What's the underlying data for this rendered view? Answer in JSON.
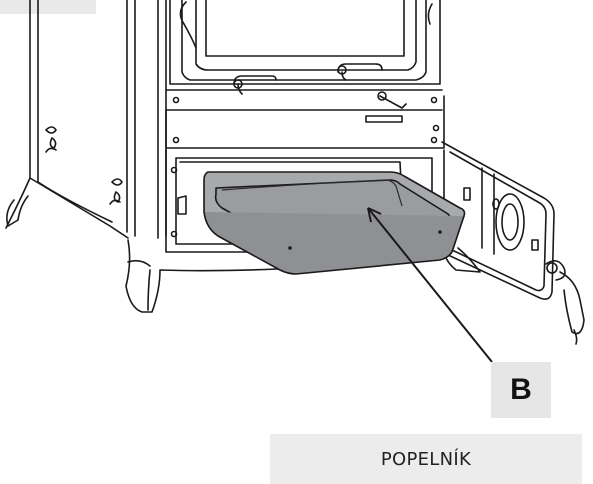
{
  "callout": {
    "letter": "B"
  },
  "caption": {
    "text": "POPELNÍK"
  },
  "stove": {
    "vent_label": "■■■■■■■"
  },
  "colors": {
    "line": "#1a1a1a",
    "stove_body": "#ffffff",
    "ash_pan": "#a7a9ac",
    "ash_pan_shade": "#8e9093",
    "label_bg": "#e6e6e6"
  },
  "icons": [
    "corner-tab",
    "stove-illustration",
    "ash-pan",
    "door-handle",
    "leader-line"
  ]
}
